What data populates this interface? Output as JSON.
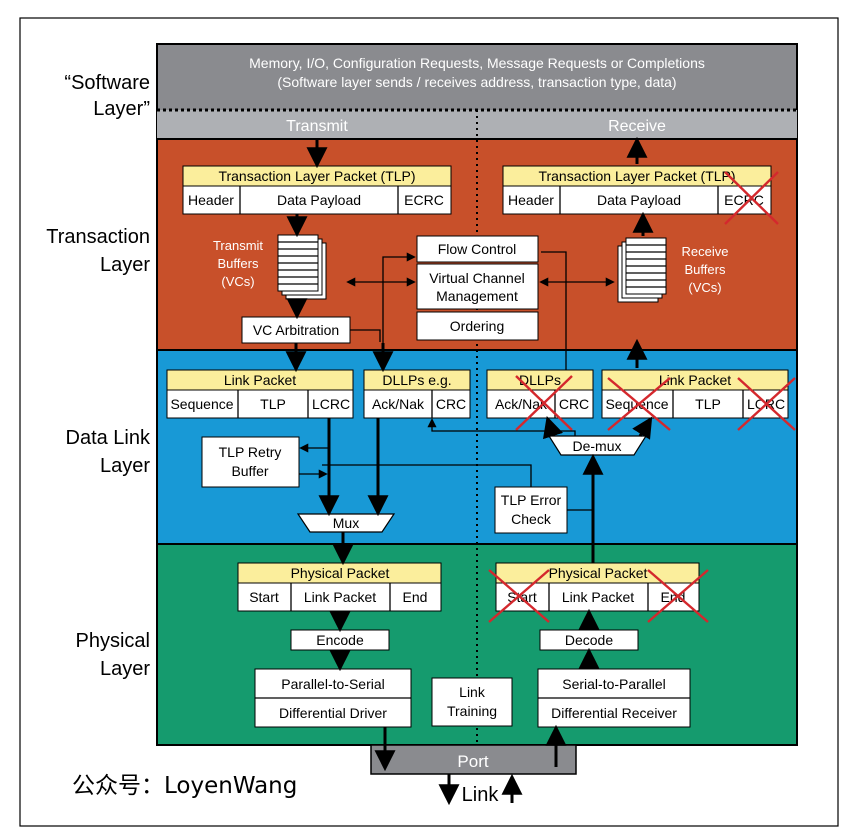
{
  "software": {
    "label_line1": "“Software",
    "label_line2": "Layer”",
    "line1": "Memory, I/O, Configuration Requests, Message Requests or Completions",
    "line2": "(Software layer sends / receives address, transaction type, data)",
    "transmit": "Transmit",
    "receive": "Receive"
  },
  "transaction": {
    "label_line1": "Transaction",
    "label_line2": "Layer",
    "tlp_title": "Transaction Layer Packet (TLP)",
    "header": "Header",
    "data_payload": "Data Payload",
    "ecrc": "ECRC",
    "tx_buffers": [
      "Transmit",
      "Buffers",
      "(VCs)"
    ],
    "rx_buffers": [
      "Receive",
      "Buffers",
      "(VCs)"
    ],
    "flow_control": "Flow Control",
    "vc_mgmt_line1": "Virtual Channel",
    "vc_mgmt_line2": "Management",
    "ordering": "Ordering",
    "vc_arbitration": "VC Arbitration"
  },
  "datalink": {
    "label_line1": "Data Link",
    "label_line2": "Layer",
    "link_packet": "Link Packet",
    "sequence": "Sequence",
    "tlp": "TLP",
    "lcrc": "LCRC",
    "dllps_eg": "DLLPs e.g.",
    "dllps": "DLLPs",
    "acknak": "Ack/Nak",
    "crc": "CRC",
    "retry_line1": "TLP Retry",
    "retry_line2": "Buffer",
    "mux": "Mux",
    "demux": "De-mux",
    "err_line1": "TLP Error",
    "err_line2": "Check"
  },
  "physical": {
    "label_line1": "Physical",
    "label_line2": "Layer",
    "phys_packet": "Physical Packet",
    "start": "Start",
    "link_packet": "Link Packet",
    "end": "End",
    "encode": "Encode",
    "decode": "Decode",
    "p2s": "Parallel-to-Serial",
    "diff_driver": "Differential Driver",
    "s2p": "Serial-to-Parallel",
    "diff_receiver": "Differential Receiver",
    "training_line1": "Link",
    "training_line2": "Training"
  },
  "port": {
    "label": "Port",
    "link": "Link"
  },
  "watermark": "公众号：LoyenWang",
  "colors": {
    "software": "#8a8b8f",
    "software_band": "#aeb0b4",
    "transaction": "#c8502a",
    "datalink": "#1899d6",
    "physical": "#159b6e",
    "header": "#fbee9c",
    "port": "#8a8b8f",
    "cross": "#d4282d"
  }
}
